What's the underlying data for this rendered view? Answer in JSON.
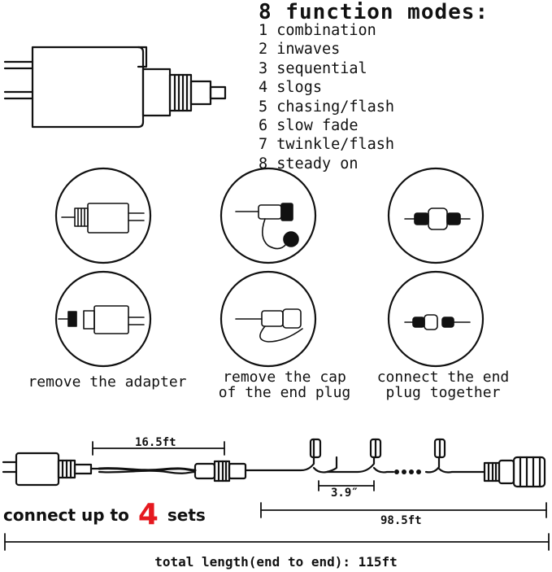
{
  "title": "8 function modes:",
  "modes": [
    "1 combination",
    "2 inwaves",
    "3 sequential",
    "4 slogs",
    "5 chasing/flash",
    "6 slow fade",
    "7 twinkle/flash",
    "8 steady on"
  ],
  "steps": [
    {
      "caption_line1": "remove the adapter",
      "caption_line2": ""
    },
    {
      "caption_line1": "remove the cap",
      "caption_line2": "of the end plug"
    },
    {
      "caption_line1": "connect the end",
      "caption_line2": "plug together"
    }
  ],
  "measurements": {
    "lead_length": "16.5ft",
    "bulb_spacing": "3.9″",
    "light_length": "98.5ft",
    "connect_prefix": "connect up to",
    "connect_number": "4",
    "connect_suffix": "sets",
    "total_length": "total length(end to end): 115ft"
  },
  "colors": {
    "accent_red": "#e5191f",
    "line": "#111111"
  }
}
